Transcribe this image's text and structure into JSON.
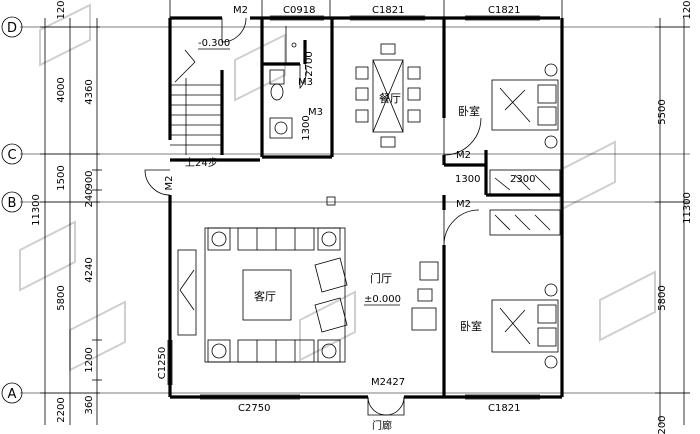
{
  "axes": [
    "D",
    "C",
    "B",
    "A"
  ],
  "rooms": {
    "dining": "餐厅",
    "bedroom_top": "卧室",
    "bedroom_bottom": "卧室",
    "living": "客厅",
    "hall": "门厅",
    "porch": "门廊",
    "stair": "上24步"
  },
  "doors": {
    "m2_top": "M2",
    "m3_upper": "M3",
    "m3_lower": "M3",
    "m2_left": "M2",
    "m2_bed1": "M2",
    "m2_bed2": "M2",
    "m2427": "M2427"
  },
  "windows": {
    "c0918": "C0918",
    "c1821_a": "C1821",
    "c1821_b": "C1821",
    "c1821_c": "C1821",
    "c2750": "C2750",
    "c1250": "C1250"
  },
  "levels": {
    "lower": "-0.300",
    "zero": "±0.000"
  },
  "dims": {
    "left_4000": "4000",
    "left_1500": "1500",
    "left_11300": "11300",
    "left_5800": "5800",
    "left_2200": "2200",
    "left_4360": "4360",
    "left_240": "240",
    "left_900": "900",
    "left_4240": "4240",
    "left_1200": "1200",
    "left_360": "360",
    "top_120": "120",
    "right_5500": "5500",
    "right_11300": "11300",
    "right_5800": "5800",
    "right_200": "200",
    "wc_2700": "2700",
    "wc_1300": "1300",
    "mid_1300": "1300",
    "mid_2300": "2300"
  }
}
